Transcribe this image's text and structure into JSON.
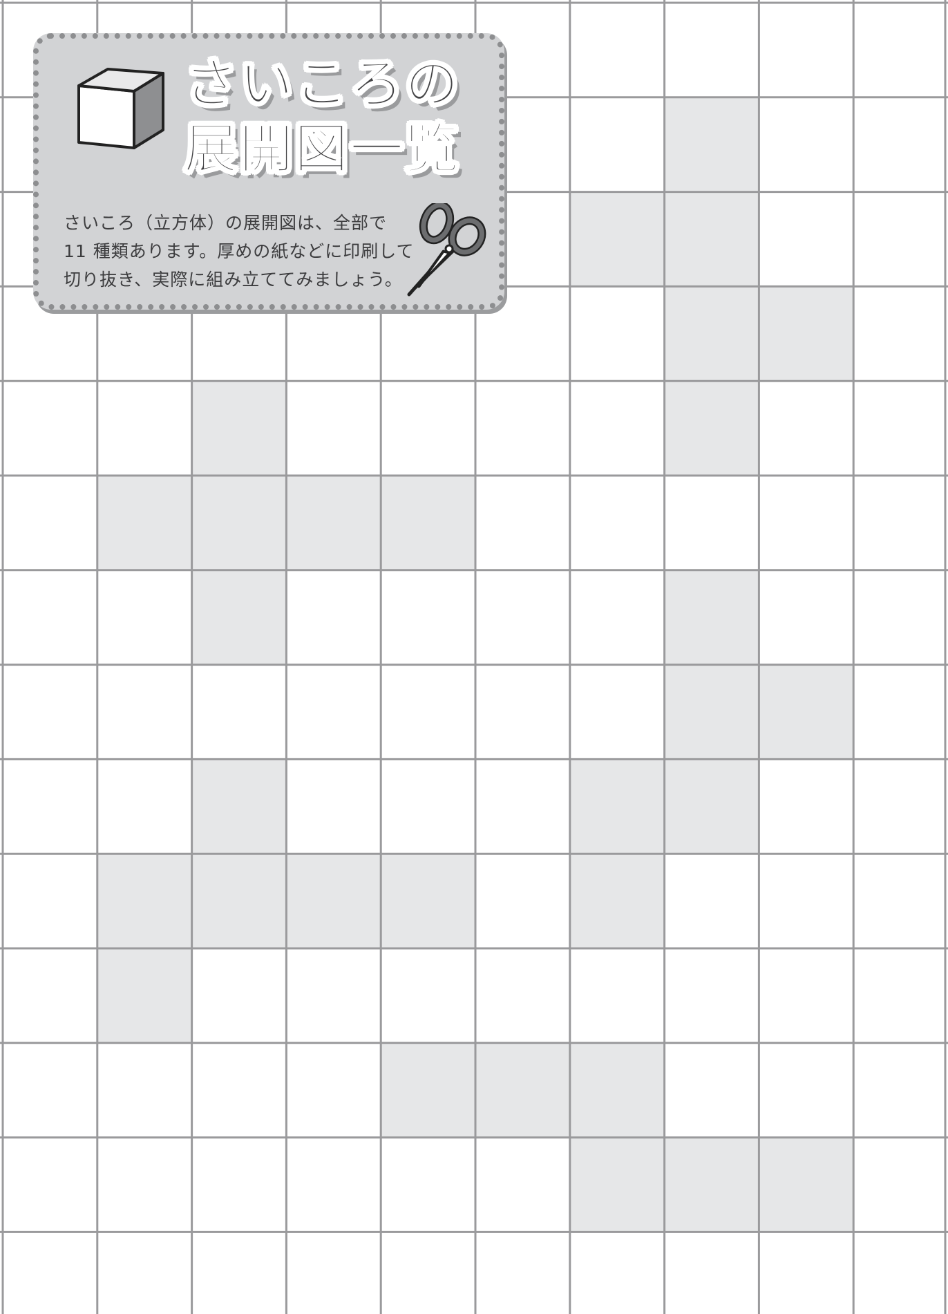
{
  "title": {
    "line1": "さいころの",
    "line2": "展開図一覧"
  },
  "description": {
    "line1": "さいころ（立方体）の展開図は、全部で",
    "line2": "11 種類あります。厚めの紙などに印刷して",
    "line3": "切り抜き、実際に組み立ててみましょう。"
  },
  "icons": {
    "cube": "cube-icon",
    "scissors": "scissors-icon"
  },
  "colors": {
    "grid_line": "#9a9a9c",
    "shaded_cell": "#e6e7e8",
    "panel_bg": "#d2d3d5",
    "title_text": "#444446"
  },
  "grid": {
    "columns": 10,
    "rows": 14,
    "shaded_cells": [
      [
        1,
        7
      ],
      [
        2,
        6
      ],
      [
        2,
        7
      ],
      [
        3,
        7
      ],
      [
        3,
        8
      ],
      [
        4,
        7
      ],
      [
        4,
        2
      ],
      [
        5,
        1
      ],
      [
        5,
        2
      ],
      [
        5,
        3
      ],
      [
        5,
        4
      ],
      [
        6,
        2
      ],
      [
        6,
        7
      ],
      [
        7,
        7
      ],
      [
        7,
        8
      ],
      [
        8,
        6
      ],
      [
        8,
        7
      ],
      [
        9,
        6
      ],
      [
        8,
        2
      ],
      [
        9,
        1
      ],
      [
        9,
        2
      ],
      [
        9,
        3
      ],
      [
        9,
        4
      ],
      [
        10,
        1
      ],
      [
        11,
        4
      ],
      [
        11,
        5
      ],
      [
        11,
        6
      ],
      [
        12,
        6
      ],
      [
        12,
        7
      ],
      [
        12,
        8
      ]
    ]
  }
}
